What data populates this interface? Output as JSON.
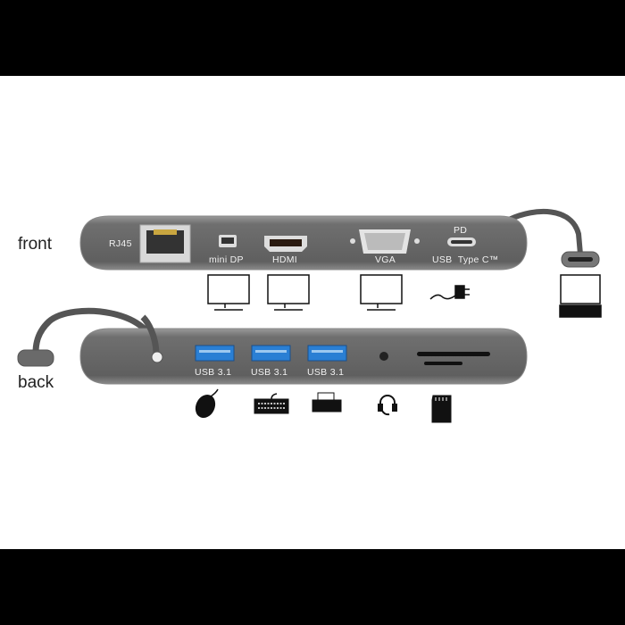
{
  "labels": {
    "front": "front",
    "back": "back"
  },
  "front_ports": {
    "rj45": "RJ45",
    "mini_dp": "mini DP",
    "hdmi": "HDMI",
    "vga": "VGA",
    "pd": "PD",
    "usb_c": "USB  Type C™"
  },
  "back_ports": {
    "usb1": "USB 3.1",
    "usb2": "USB 3.1",
    "usb3": "USB 3.1"
  },
  "colors": {
    "body": "#6e6e6e",
    "usb_blue": "#2a7fd4",
    "frame": "#000000"
  }
}
